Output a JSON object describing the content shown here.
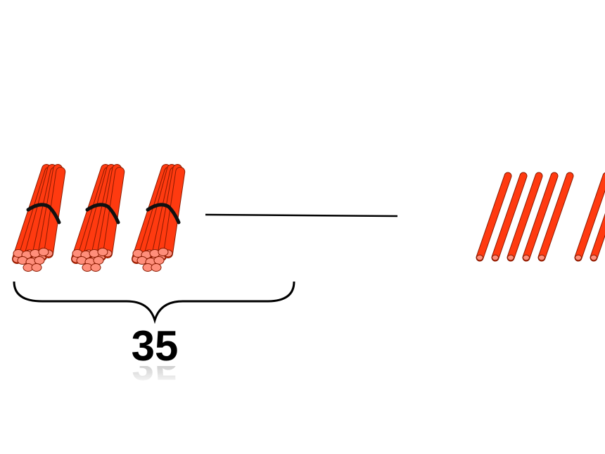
{
  "diagram": {
    "total_label": "35",
    "tens_bundles": 3,
    "ones_sticks_visible": 7,
    "colors": {
      "stick_fill": "#ff3a10",
      "stick_outline": "#8a1a00",
      "stick_end": "#ff8e7a",
      "band": "#111111",
      "line": "#000000"
    }
  }
}
